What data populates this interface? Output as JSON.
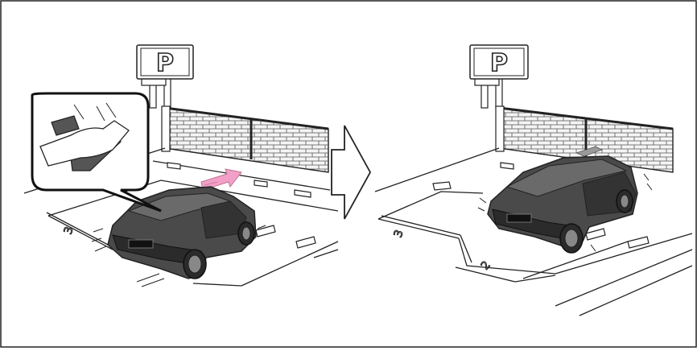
{
  "panels": [
    {
      "id": "left",
      "parking_sign_letter": "P",
      "space_numbers": [
        "3"
      ],
      "inset": "foot-pressing-accelerator-pedal"
    },
    {
      "id": "right",
      "parking_sign_letter": "P",
      "space_numbers": [
        "3",
        "2"
      ]
    }
  ],
  "transition_arrow": "right-arrow",
  "colors": {
    "line": "#222222",
    "car_body": "#4a4a4a",
    "car_dark": "#2b2b2b",
    "wall_fill": "#f2f2f2",
    "motion_arrow": "#f2a0c8",
    "gray_arrow": "#9a9a9a"
  }
}
